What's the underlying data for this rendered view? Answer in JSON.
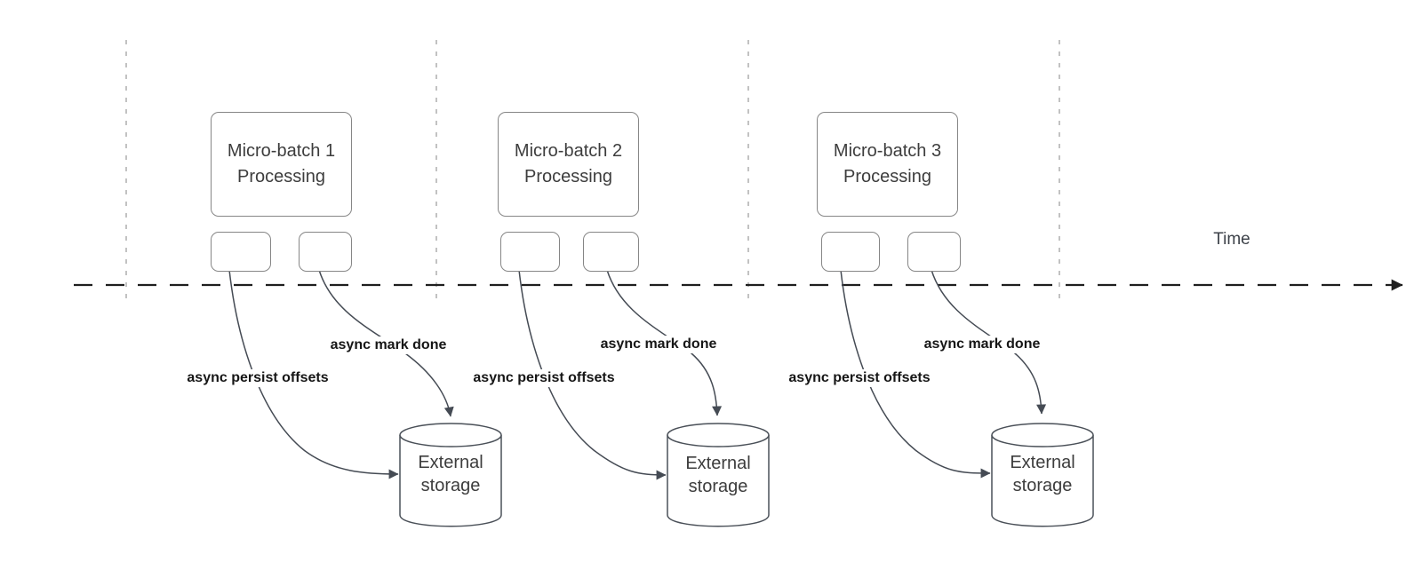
{
  "diagram": {
    "time_axis": {
      "label": "Time"
    },
    "groups": [
      {
        "box_line1": "Micro-batch 1",
        "box_line2": "Processing",
        "persist_label": "async persist offsets",
        "done_label": "async mark done",
        "storage_label": "External storage"
      },
      {
        "box_line1": "Micro-batch 2",
        "box_line2": "Processing",
        "persist_label": "async persist offsets",
        "done_label": "async mark done",
        "storage_label": "External storage"
      },
      {
        "box_line1": "Micro-batch 3",
        "box_line2": "Processing",
        "persist_label": "async persist offsets",
        "done_label": "async mark done",
        "storage_label": "External storage"
      }
    ],
    "colors": {
      "background": "#ffffff",
      "curve": "#454b54",
      "node_border": "#868686",
      "timeline": "#1f1f1f",
      "guide_line": "#a9a9a9",
      "node_text": "#3d3d3d",
      "edge_label_text": "#161616"
    }
  }
}
